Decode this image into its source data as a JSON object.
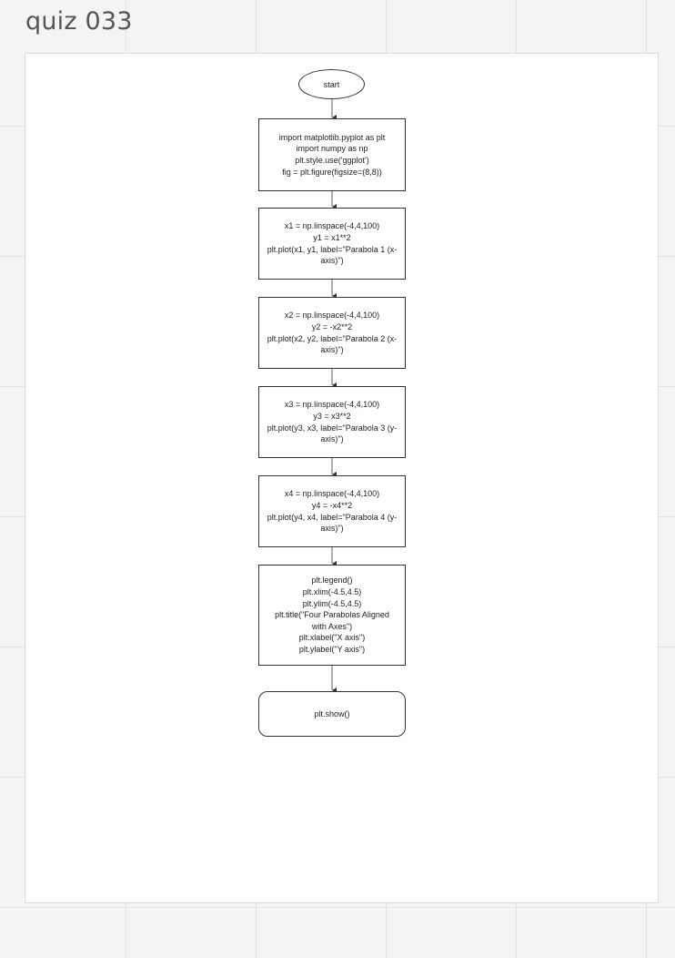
{
  "page": {
    "title": "quiz 033"
  },
  "flowchart": {
    "start": "start",
    "steps": [
      {
        "lines": [
          "import matplotlib.pyplot as plt",
          "import numpy as np",
          "plt.style.use('ggplot')",
          "fig = plt.figure(figsize=(8,8))"
        ]
      },
      {
        "lines": [
          "x1 = np.linspace(-4,4,100)",
          "y1 = x1**2",
          "plt.plot(x1, y1, label=\"Parabola 1 (x-",
          "axis)\")"
        ]
      },
      {
        "lines": [
          "x2 = np.linspace(-4,4,100)",
          "y2 = -x2**2",
          "plt.plot(x2, y2, label=\"Parabola 2 (x-",
          "axis)\")"
        ]
      },
      {
        "lines": [
          "x3 = np.linspace(-4,4,100)",
          "y3 = x3**2",
          "plt.plot(y3, x3, label=\"Parabola 3 (y-",
          "axis)\")"
        ]
      },
      {
        "lines": [
          "x4 = np.linspace(-4,4,100)",
          "y4 = -x4**2",
          "plt.plot(y4, x4, label=\"Parabola 4 (y-",
          "axis)\")"
        ]
      },
      {
        "lines": [
          "plt.legend()",
          "plt.xlim(-4.5,4.5)",
          "plt.ylim(-4.5,4.5)",
          "plt.title(\"Four Parabolas Aligned",
          "with Axes\")",
          "plt.xlabel(\"X axis\")",
          "plt.ylabel(\"Y axis\")"
        ]
      }
    ],
    "end": "plt.show()"
  }
}
